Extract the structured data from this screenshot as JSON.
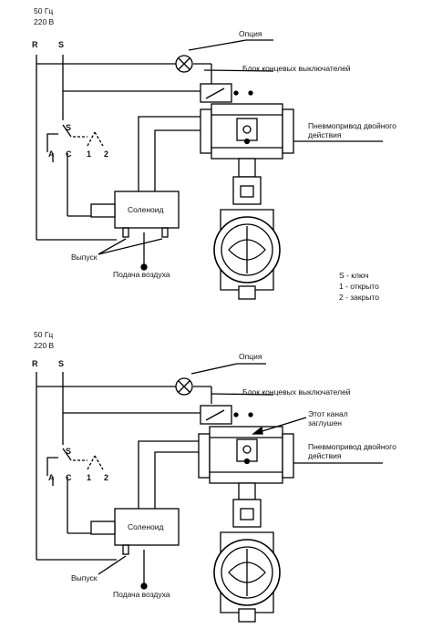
{
  "diagrams": [
    {
      "supply_freq": "50 Гц",
      "supply_voltage": "220 В",
      "terminal_r": "R",
      "terminal_s": "S",
      "switch_s": "S",
      "contact_a": "A",
      "contact_c": "C",
      "contact_1": "1",
      "contact_2": "2",
      "option_label": "Опция",
      "limit_switch_label": "Блок концевых выключателей",
      "actuator_label": "Пневмопривод двойного действия",
      "solenoid_label": "Соленоид",
      "exhaust_label": "Выпуск",
      "air_supply_label": "Подача воздуха"
    },
    {
      "supply_freq": "50 Гц",
      "supply_voltage": "220 В",
      "terminal_r": "R",
      "terminal_s": "S",
      "switch_s": "S",
      "contact_a": "A",
      "contact_c": "C",
      "contact_1": "1",
      "contact_2": "2",
      "option_label": "Опция",
      "limit_switch_label": "Блок концевых выключателей",
      "plugged_channel_label": "Этот канал заглушен",
      "actuator_label": "Пневмопривод двойного действия",
      "solenoid_label": "Соленоид",
      "exhaust_label": "Выпуск",
      "air_supply_label": "Подача воздуха"
    }
  ],
  "legend": {
    "key": "S - ключ",
    "open": "1 - открыто",
    "closed": "2 - закрыто"
  }
}
